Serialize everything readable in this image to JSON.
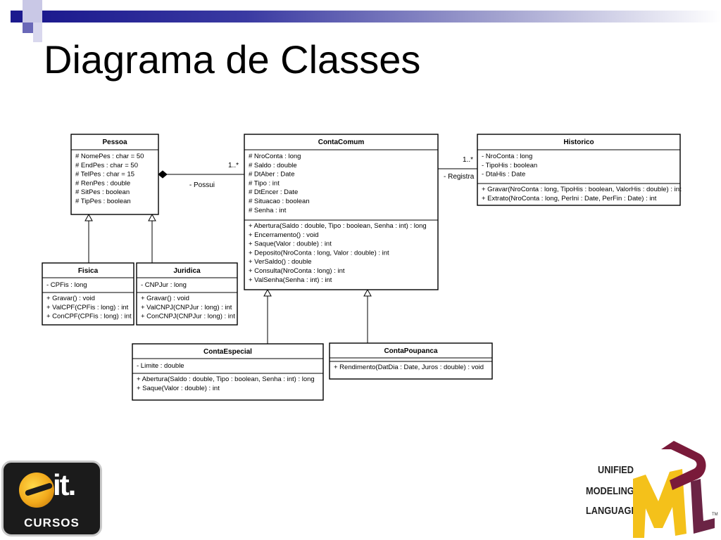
{
  "slide": {
    "title": "Diagrama de Classes",
    "colors": {
      "header_bar": "#1c1a8e",
      "accent_square": "#5a58b0",
      "uml_u": "#7a1a3a",
      "uml_m": "#f4c11a",
      "uml_l": "#6b2445"
    }
  },
  "classes": {
    "pessoa": {
      "name": "Pessoa",
      "attributes": [
        "# NomePes : char = 50",
        "# EndPes : char = 50",
        "# TelPes : char = 15",
        "# RenPes : double",
        "# SitPes : boolean",
        "# TipPes : boolean"
      ],
      "operations": []
    },
    "conta_comum": {
      "name": "ContaComum",
      "attributes": [
        "# NroConta : long",
        "# Saldo : double",
        "# DtAber : Date",
        "# Tipo : int",
        "# DtEncer : Date",
        "# Situacao : boolean",
        "# Senha : int"
      ],
      "operations": [
        "+ Abertura(Saldo : double, Tipo : boolean, Senha : int) : long",
        "+ Encerramento() : void",
        "+ Saque(Valor : double) : int",
        "+ Deposito(NroConta : long, Valor : double) : int",
        "+ VerSaldo() : double",
        "+ Consulta(NroConta : long) : int",
        "+ ValSenha(Senha : int) : int"
      ]
    },
    "historico": {
      "name": "Historico",
      "attributes": [
        "- NroConta : long",
        "- TipoHis : boolean",
        "- DtaHis : Date"
      ],
      "operations": [
        "+ Gravar(NroConta : long, TipoHis : boolean, ValorHis : double) : int",
        "+ Extrato(NroConta : long, PerIni : Date, PerFin : Date) : int"
      ]
    },
    "fisica": {
      "name": "Fisica",
      "attributes": [
        "- CPFis : long"
      ],
      "operations": [
        "+ Gravar() : void",
        "+ ValCPF(CPFis : long) : int",
        "+ ConCPF(CPFis : long) : int"
      ]
    },
    "juridica": {
      "name": "Juridica",
      "attributes": [
        "- CNPJur : long"
      ],
      "operations": [
        "+ Gravar() : void",
        "+ ValCNPJ(CNPJur : long) : int",
        "+ ConCNPJ(CNPJur : long) : int"
      ]
    },
    "conta_especial": {
      "name": "ContaEspecial",
      "attributes": [
        "- Limite : double"
      ],
      "operations": [
        "+ Abertura(Saldo : double, Tipo : boolean, Senha : int) : long",
        "+ Saque(Valor : double) : int"
      ]
    },
    "conta_poupanca": {
      "name": "ContaPoupanca",
      "attributes": [],
      "operations": [
        "+ Rendimento(DatDia : Date, Juros : double) : void"
      ]
    }
  },
  "associations": {
    "possui": {
      "role": "- Possui",
      "multiplicity": "1..*"
    },
    "registra": {
      "role": "- Registra",
      "multiplicity": "1..*"
    }
  },
  "logos": {
    "it_cursos": {
      "mark": "it.",
      "caption": "CURSOS"
    },
    "uml": {
      "lines": [
        "UNIFIED",
        "MODELING",
        "LANGUAGE"
      ],
      "tm": "TM"
    }
  }
}
